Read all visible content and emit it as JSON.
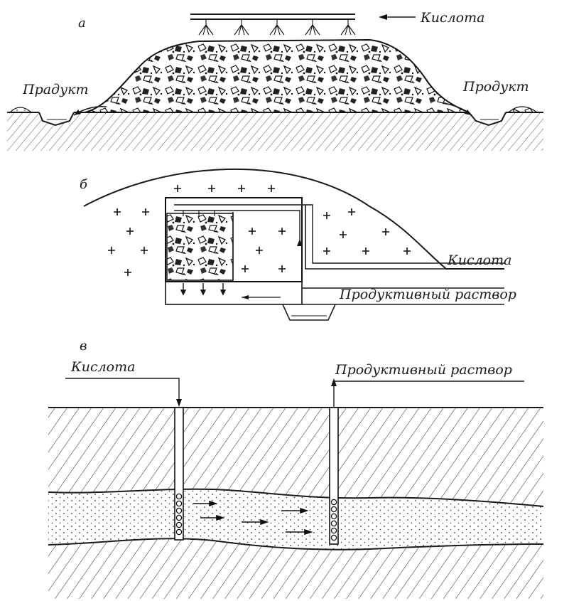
{
  "panels": [
    {
      "letter": "а",
      "labels": {
        "acid": "Кислота",
        "product_left": "Прадукт",
        "product_right": "Продукт"
      }
    },
    {
      "letter": "б",
      "labels": {
        "acid": "Кислота",
        "solution": "Продуктивный раствор"
      }
    },
    {
      "letter": "в",
      "labels": {
        "acid": "Кислота",
        "solution": "Продуктивный раствор"
      }
    }
  ]
}
